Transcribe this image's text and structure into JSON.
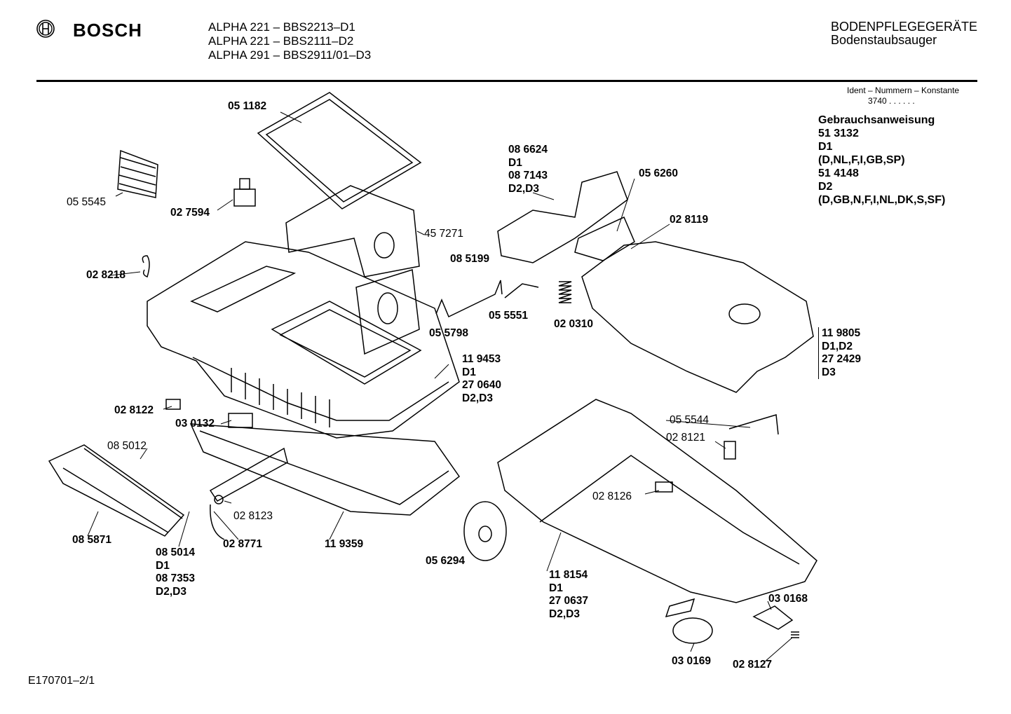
{
  "header": {
    "brand": "BOSCH",
    "models": [
      "ALPHA 221 – BBS2213–D1",
      "ALPHA 221 – BBS2111–D2",
      "ALPHA 291 – BBS2911/01–D3"
    ],
    "category": "BODENPFLEGEGERÄTE",
    "subcategory": "Bodenstaubsauger"
  },
  "ident": {
    "label": "Ident – Nummern – Konstante",
    "value": "3740  .  .    .  .  .  ."
  },
  "manual": {
    "title": "Gebrauchsanweisung",
    "lines": [
      "51 3132",
      "D1",
      "(D,NL,F,I,GB,SP)",
      "51 4148",
      "D2",
      "(D,GB,N,F,I,NL,DK,S,SF)"
    ]
  },
  "labels": [
    [
      "05 1182"
    ],
    [
      "05 5545"
    ],
    [
      "02 7594"
    ],
    [
      "45 7271"
    ],
    [
      "02 8218"
    ],
    [
      "08 5199"
    ],
    [
      "05 5798"
    ],
    [
      "08 6624",
      "D1",
      "08 7143",
      "D2,D3"
    ],
    [
      "05 6260"
    ],
    [
      "02 8119"
    ],
    [
      "05 5551"
    ],
    [
      "02 0310"
    ],
    [
      "11 9805",
      "D1,D2",
      "27 2429",
      "D3"
    ],
    [
      "11 9453",
      "D1",
      "27 0640",
      "D2,D3"
    ],
    [
      "02 8122"
    ],
    [
      "03 0132"
    ],
    [
      "08 5012"
    ],
    [
      "05 5544"
    ],
    [
      "02 8121"
    ],
    [
      "02 8126"
    ],
    [
      "02 8123"
    ],
    [
      "08 5871"
    ],
    [
      "08 5014",
      "D1",
      "08 7353",
      "D2,D3"
    ],
    [
      "02 8771"
    ],
    [
      "11 9359"
    ],
    [
      "05 6294"
    ],
    [
      "11 8154",
      "D1",
      "27 0637",
      "D2,D3"
    ],
    [
      "03 0168"
    ],
    [
      "03 0169"
    ],
    [
      "02 8127"
    ]
  ],
  "footer": "E170701–2/1"
}
